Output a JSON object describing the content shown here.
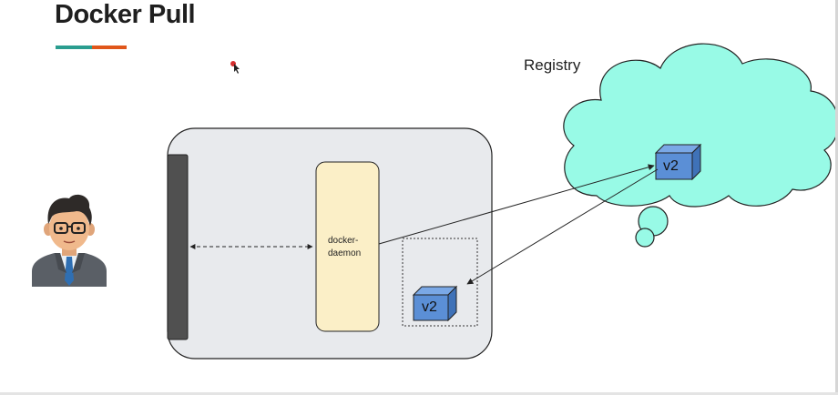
{
  "slide": {
    "title": "Docker Pull",
    "accent_colors": [
      "#2a9d8f",
      "#e0561a"
    ]
  },
  "diagram": {
    "registry": {
      "label": "Registry",
      "fill": "#98fae6",
      "image_tag": "v2"
    },
    "host": {
      "fill": "#e8eaed",
      "daemon_label": "docker-\ndaemon",
      "daemon_fill": "#fbefc7",
      "local_image_tag": "v2"
    },
    "image_cube_color": "#5b8fd6",
    "icons": [
      "user-avatar-icon",
      "cursor-icon"
    ]
  }
}
